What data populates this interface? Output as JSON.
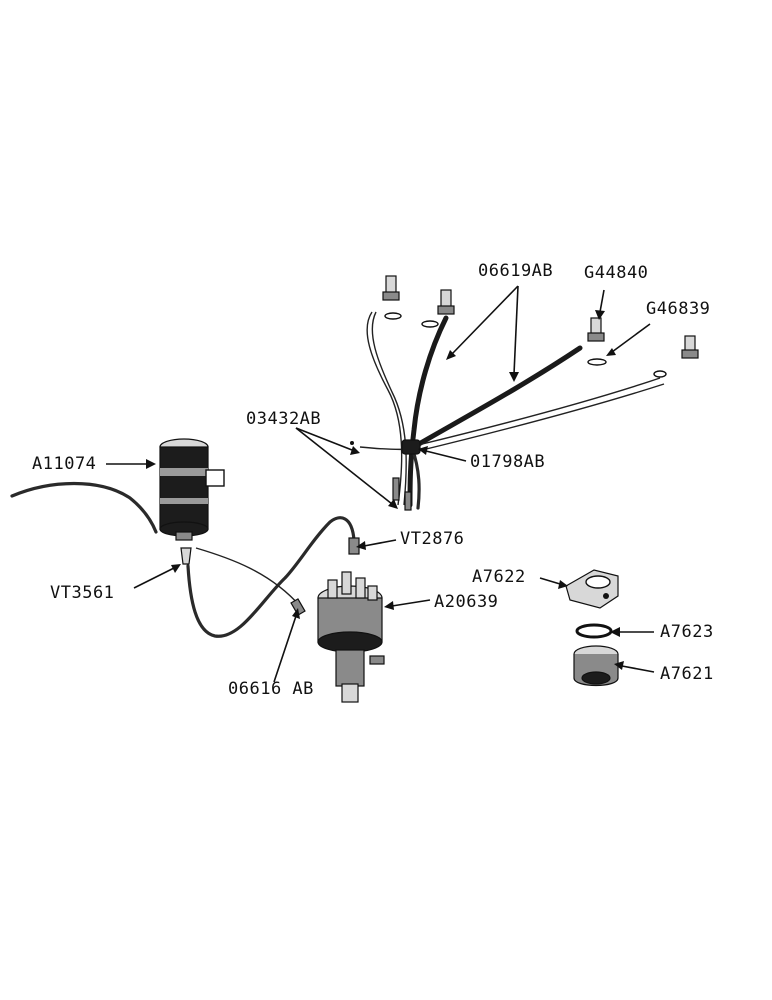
{
  "labels": {
    "plug_wire_set": "06619AB",
    "spark_plug": "G44840",
    "plug_gasket": "G46839",
    "wire_clip": "03432AB",
    "wire_retainer": "01798AB",
    "coil": "A11074",
    "coil_wire": "VT2876",
    "coil_terminal": "VT3561",
    "distributor": "A20639",
    "primary_wire": "06616 AB",
    "clamp": "A7622",
    "washer": "A7623",
    "adapter": "A7621"
  },
  "colors": {
    "ink": "#111111",
    "background": "#ffffff"
  }
}
